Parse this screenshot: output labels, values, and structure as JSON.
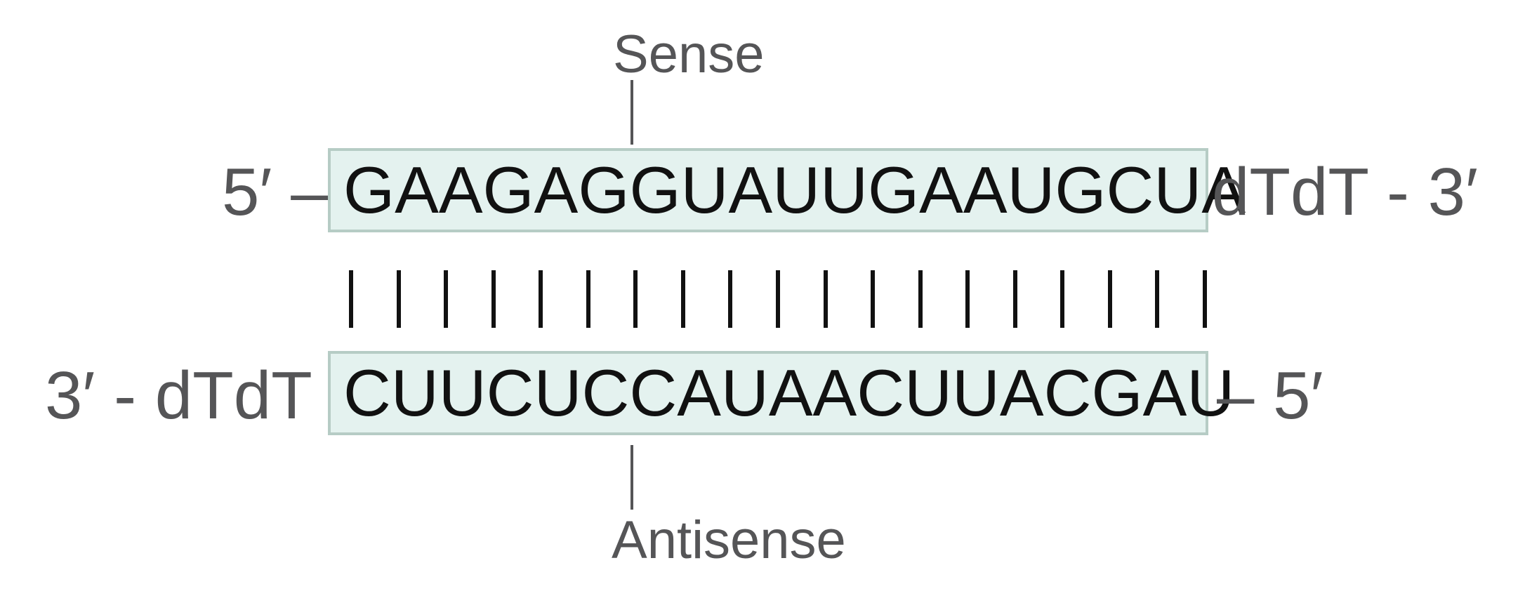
{
  "sense_label": "Sense",
  "antisense_label": "Antisense",
  "sense_strand": {
    "prime5": "5′ –",
    "sequence": "GAAGAGGUAUUGAAUGCUA",
    "overhang": "dTdT - 3′"
  },
  "antisense_strand": {
    "overhang": "3′ - dTdT",
    "sequence": "CUUCUCCAUAACUUACGAU",
    "prime5": "– 5′"
  },
  "base_pair_count": 19,
  "colors": {
    "box_fill": "#e4f2ef",
    "box_border": "#b6ccc5",
    "label_gray": "#555557",
    "sequence_text": "#111111"
  }
}
